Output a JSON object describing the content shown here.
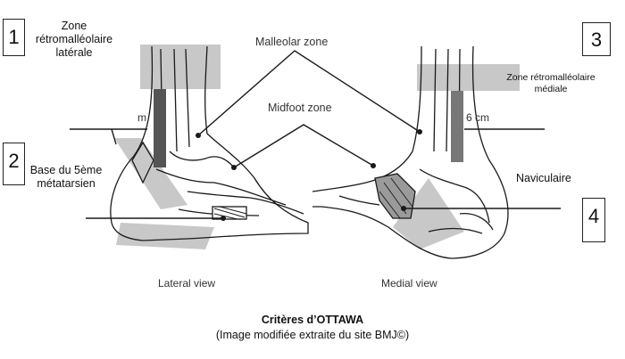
{
  "markers": {
    "m1": "1",
    "m2": "2",
    "m3": "3",
    "m4": "4"
  },
  "labels": {
    "lateral_retro_line1": "Zone",
    "lateral_retro_line2": "rétromalléolaire",
    "lateral_retro_line3": "latérale",
    "fifth_meta_line1": "Base du 5ème",
    "fifth_meta_line2": "métatarsien",
    "medial_retro_line1": "Zone rétromalléolaire",
    "medial_retro_line2": "médiale",
    "navicular": "Naviculaire"
  },
  "zones": {
    "malleolar": "Malleolar zone",
    "midfoot": "Midfoot zone"
  },
  "scale": {
    "left": "m",
    "right": "6 cm"
  },
  "views": {
    "lateral": "Lateral view",
    "medial": "Medial view"
  },
  "caption": {
    "title": "Critères d’OTTAWA",
    "subtitle": "(Image modifiée extraite du site BMJ©)"
  },
  "colors": {
    "shade": "#c8c8c8",
    "line": "#1a1a1a"
  }
}
